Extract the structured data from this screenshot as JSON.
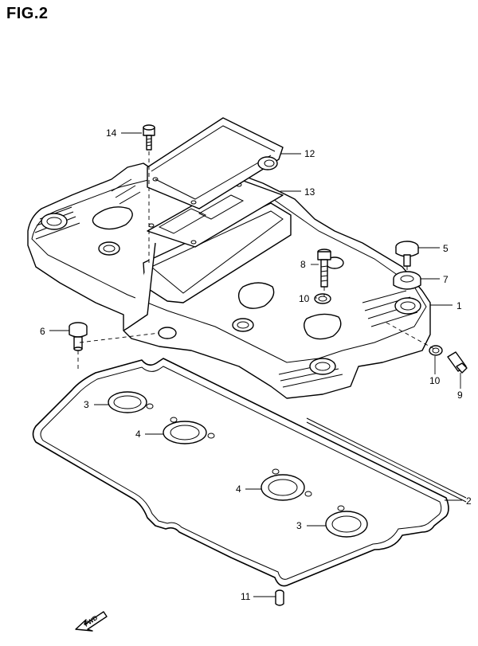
{
  "figure": {
    "title": "FIG.2"
  },
  "fwd_label": "FWD",
  "callouts": [
    {
      "id": "c1",
      "text": "1"
    },
    {
      "id": "c2",
      "text": "2"
    },
    {
      "id": "c3a",
      "text": "3"
    },
    {
      "id": "c3b",
      "text": "3"
    },
    {
      "id": "c4a",
      "text": "4"
    },
    {
      "id": "c4b",
      "text": "4"
    },
    {
      "id": "c5",
      "text": "5"
    },
    {
      "id": "c6",
      "text": "6"
    },
    {
      "id": "c7",
      "text": "7"
    },
    {
      "id": "c8",
      "text": "8"
    },
    {
      "id": "c9",
      "text": "9"
    },
    {
      "id": "c10a",
      "text": "10"
    },
    {
      "id": "c10b",
      "text": "10"
    },
    {
      "id": "c11",
      "text": "11"
    },
    {
      "id": "c12",
      "text": "12"
    },
    {
      "id": "c13",
      "text": "13"
    },
    {
      "id": "c14",
      "text": "14"
    }
  ],
  "colors": {
    "line": "#000000",
    "background": "#ffffff"
  }
}
